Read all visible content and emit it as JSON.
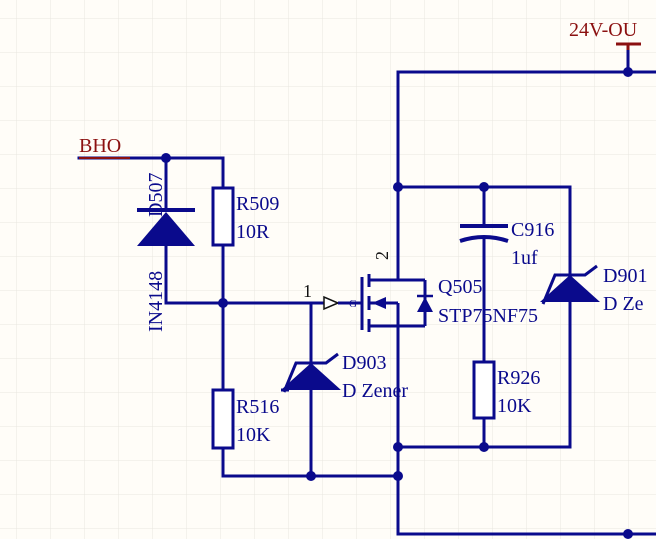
{
  "colors": {
    "background": "#fffdf8",
    "grid": "#e9e6e0",
    "wire": "#0a0a8c",
    "component_fill": "#ffffff",
    "net_label": "#8b1010",
    "pin_text": "#111111"
  },
  "nets": {
    "bho": "BHO",
    "vout": "24V-OU"
  },
  "components": {
    "d507": {
      "ref": "D507",
      "value": "IN4148"
    },
    "r509": {
      "ref": "R509",
      "value": "10R"
    },
    "r516": {
      "ref": "R516",
      "value": "10K"
    },
    "d903": {
      "ref": "D903",
      "value": "D Zener"
    },
    "q505": {
      "ref": "Q505",
      "value": "STP75NF75",
      "gate_letter": "G"
    },
    "c916": {
      "ref": "C916",
      "value": "1uf"
    },
    "r926": {
      "ref": "R926",
      "value": "10K"
    },
    "d901": {
      "ref": "D901",
      "value": "D Ze"
    }
  },
  "pins": {
    "gate": "1",
    "drain": "2"
  }
}
